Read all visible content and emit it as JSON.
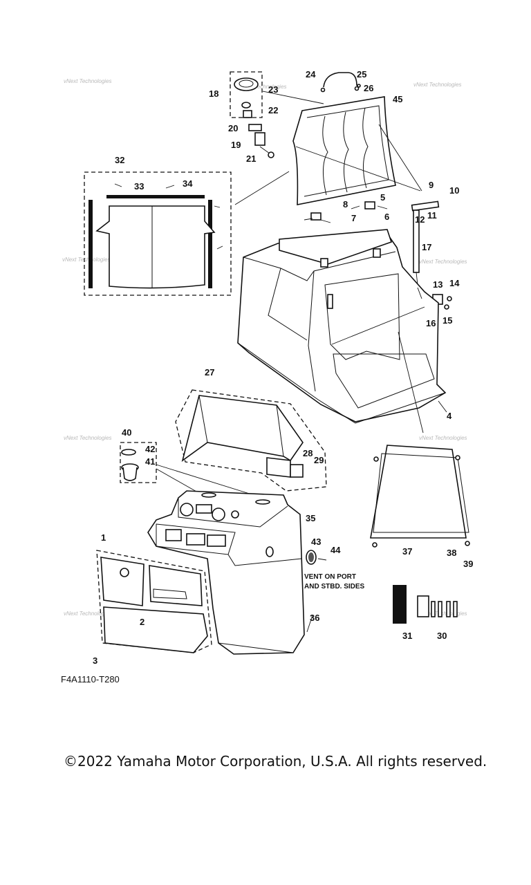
{
  "callouts": [
    {
      "id": "1",
      "text": "1"
    },
    {
      "id": "2",
      "text": "2"
    },
    {
      "id": "3",
      "text": "3"
    },
    {
      "id": "4",
      "text": "4"
    },
    {
      "id": "5",
      "text": "5"
    },
    {
      "id": "6",
      "text": "6"
    },
    {
      "id": "7",
      "text": "7"
    },
    {
      "id": "8",
      "text": "8"
    },
    {
      "id": "9",
      "text": "9"
    },
    {
      "id": "10",
      "text": "10"
    },
    {
      "id": "11",
      "text": "11"
    },
    {
      "id": "12",
      "text": "12"
    },
    {
      "id": "13",
      "text": "13"
    },
    {
      "id": "14",
      "text": "14"
    },
    {
      "id": "15",
      "text": "15"
    },
    {
      "id": "16",
      "text": "16"
    },
    {
      "id": "17",
      "text": "17"
    },
    {
      "id": "18",
      "text": "18"
    },
    {
      "id": "19",
      "text": "19"
    },
    {
      "id": "20",
      "text": "20"
    },
    {
      "id": "21",
      "text": "21"
    },
    {
      "id": "22",
      "text": "22"
    },
    {
      "id": "23",
      "text": "23"
    },
    {
      "id": "24",
      "text": "24"
    },
    {
      "id": "25",
      "text": "25"
    },
    {
      "id": "26",
      "text": "26"
    },
    {
      "id": "27",
      "text": "27"
    },
    {
      "id": "28",
      "text": "28"
    },
    {
      "id": "29",
      "text": "29"
    },
    {
      "id": "30",
      "text": "30"
    },
    {
      "id": "31",
      "text": "31"
    },
    {
      "id": "32",
      "text": "32"
    },
    {
      "id": "33",
      "text": "33"
    },
    {
      "id": "34",
      "text": "34"
    },
    {
      "id": "35",
      "text": "35"
    },
    {
      "id": "36",
      "text": "36"
    },
    {
      "id": "37",
      "text": "37"
    },
    {
      "id": "38",
      "text": "38"
    },
    {
      "id": "39",
      "text": "39"
    },
    {
      "id": "40",
      "text": "40"
    },
    {
      "id": "41",
      "text": "41"
    },
    {
      "id": "42",
      "text": "42"
    },
    {
      "id": "43",
      "text": "43"
    },
    {
      "id": "44",
      "text": "44"
    },
    {
      "id": "45",
      "text": "45"
    }
  ],
  "note_line1": "VENT ON PORT",
  "note_line2": "AND STBD. SIDES",
  "diagram_code": "F4A1110-T280",
  "watermark": "vNext Technologies",
  "copyright": "©2022 Yamaha Motor Corporation, U.S.A. All rights reserved."
}
